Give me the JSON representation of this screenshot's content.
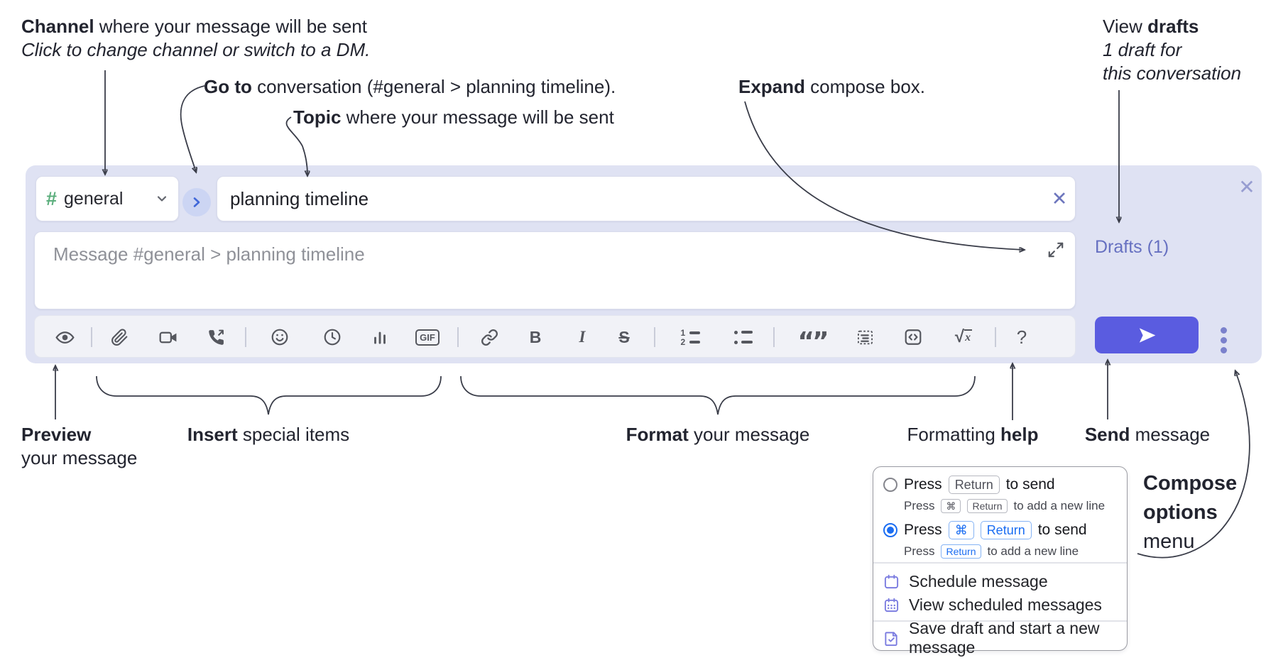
{
  "annotations": {
    "channel": {
      "bold": "Channel",
      "rest": " where your message will be sent",
      "italic": "Click to change channel or switch to a DM."
    },
    "go_to": {
      "bold": "Go to",
      "rest": " conversation (#general > planning timeline)."
    },
    "topic": {
      "bold": "Topic",
      "rest": " where your message will be sent"
    },
    "expand": {
      "bold": "Expand",
      "rest": " compose box."
    },
    "view_drafts": {
      "pre": "View ",
      "bold": "drafts",
      "italic_line1": "1 draft for",
      "italic_line2": "this conversation"
    },
    "preview": {
      "bold": "Preview",
      "line2": "your message"
    },
    "insert": {
      "bold": "Insert",
      "rest": " special items"
    },
    "format": {
      "bold": "Format",
      "rest": " your message"
    },
    "formatting_help": {
      "pre": "Formatting ",
      "bold": "help"
    },
    "send": {
      "bold": "Send",
      "rest": " message"
    },
    "compose_options": {
      "bold_line1": "Compose",
      "bold_line2": "options",
      "line3": "menu"
    }
  },
  "composer": {
    "channel": {
      "hash": "#",
      "name": "general"
    },
    "topic_value": "planning timeline",
    "topic_clear": "✕",
    "close": "✕",
    "message_placeholder": "Message #general > planning timeline",
    "drafts_link": "Drafts (1)",
    "toolbar": {
      "bold": "B",
      "italic": "I",
      "strike": "S",
      "gif": "GIF",
      "quote": "“”",
      "ol_1": "1",
      "ol_2": "2",
      "sqrt_radical": "√",
      "sqrt_x": "x",
      "help": "?"
    }
  },
  "options_menu": {
    "option1": {
      "press": "Press",
      "key_return": "Return",
      "suffix": "to send",
      "sub": {
        "press": "Press",
        "key_cmd": "⌘",
        "key_return": "Return",
        "suffix": "to add a new line"
      }
    },
    "option2": {
      "press": "Press",
      "key_cmd": "⌘",
      "key_return": "Return",
      "suffix": "to send",
      "sub": {
        "press": "Press",
        "key_return": "Return",
        "suffix": "to add a new line"
      }
    },
    "items": [
      {
        "label": "Schedule message"
      },
      {
        "label": "View scheduled messages"
      },
      {
        "label": "Save draft and start a new message"
      }
    ]
  },
  "colors": {
    "compose_bg": "#dfe2f3",
    "send_button": "#5a5ce0",
    "drafts_link": "#6670c1",
    "selected_radio_blue": "#1a6df2",
    "menu_icon_purple": "#7b7ce0",
    "channel_hash_green": "#5bae7c",
    "goto_chevron_blue": "#4168d9",
    "annotation_text": "#22242f"
  }
}
